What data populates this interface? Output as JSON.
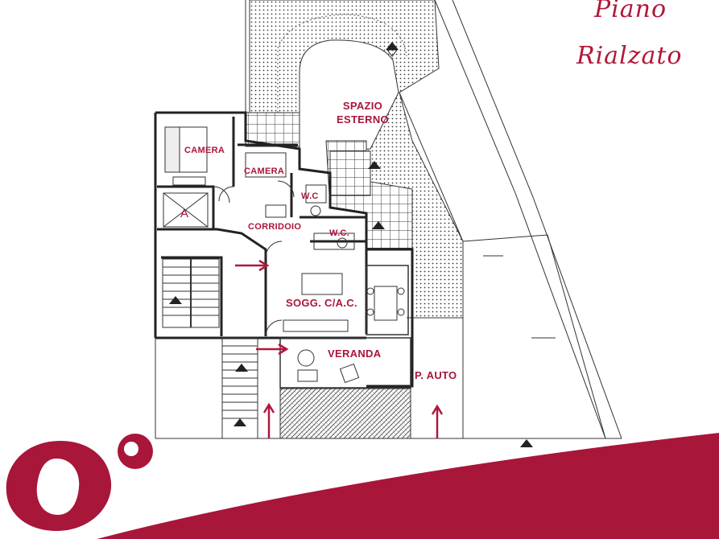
{
  "title": {
    "line1": "Piano",
    "line2": "Rialzato"
  },
  "rooms": {
    "camera_1": "CAMERA",
    "camera_2": "CAMERA",
    "wc_1": "W.C",
    "wc_2": "W.C.",
    "corridoio": "CORRIDOIO",
    "soggiorno": "SOGG. C/A.C.",
    "veranda": "VERANDA",
    "posto_auto": "P. AUTO",
    "spazio_esterno_1": "SPAZIO",
    "spazio_esterno_2": "ESTERNO",
    "stair_mark": "A"
  },
  "colors": {
    "brand": "#a8163a",
    "walls": "#2a2a2a",
    "hatch": "#555555"
  }
}
